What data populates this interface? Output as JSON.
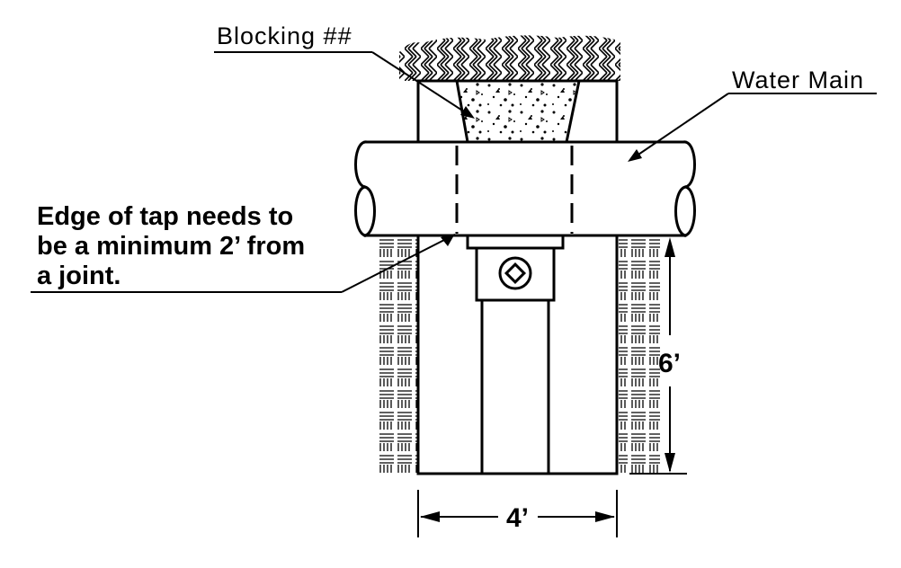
{
  "labels": {
    "blocking": "Blocking ##",
    "water_main": "Water Main",
    "tap_note_line1": "Edge of tap needs to",
    "tap_note_line2": "be a minimum 2’ from",
    "tap_note_line3": "a joint."
  },
  "dimensions": {
    "width": "4’",
    "depth": "6’"
  }
}
